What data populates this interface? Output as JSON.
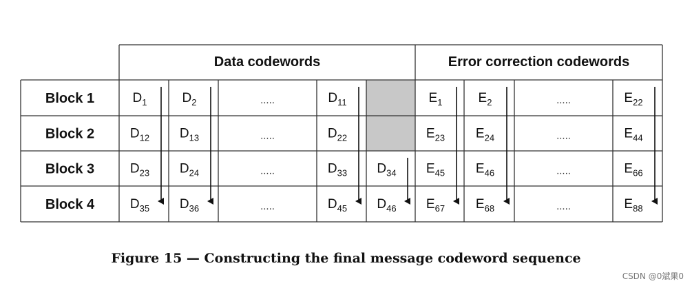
{
  "header": {
    "data_codewords": "Data codewords",
    "ec_codewords": "Error correction codewords"
  },
  "rows": [
    {
      "label": "Block 1",
      "data": [
        [
          "D",
          "1"
        ],
        [
          "D",
          "2"
        ],
        [
          "",
          ""
        ],
        [
          "D",
          "11"
        ],
        null
      ],
      "ec": [
        [
          "E",
          "1"
        ],
        [
          "E",
          "2"
        ],
        [
          "",
          ""
        ],
        [
          "E",
          "22"
        ]
      ]
    },
    {
      "label": "Block 2",
      "data": [
        [
          "D",
          "12"
        ],
        [
          "D",
          "13"
        ],
        [
          "",
          ""
        ],
        [
          "D",
          "22"
        ],
        null
      ],
      "ec": [
        [
          "E",
          "23"
        ],
        [
          "E",
          "24"
        ],
        [
          "",
          ""
        ],
        [
          "E",
          "44"
        ]
      ]
    },
    {
      "label": "Block 3",
      "data": [
        [
          "D",
          "23"
        ],
        [
          "D",
          "24"
        ],
        [
          "",
          ""
        ],
        [
          "D",
          "33"
        ],
        [
          "D",
          "34"
        ]
      ],
      "ec": [
        [
          "E",
          "45"
        ],
        [
          "E",
          "46"
        ],
        [
          "",
          ""
        ],
        [
          "E",
          "66"
        ]
      ]
    },
    {
      "label": "Block 4",
      "data": [
        [
          "D",
          "35"
        ],
        [
          "D",
          "36"
        ],
        [
          "",
          ""
        ],
        [
          "D",
          "45"
        ],
        [
          "D",
          "46"
        ]
      ],
      "ec": [
        [
          "E",
          "67"
        ],
        [
          "E",
          "68"
        ],
        [
          "",
          ""
        ],
        [
          "E",
          "88"
        ]
      ]
    }
  ],
  "ellipsis": ".....",
  "caption": "Figure 15 — Constructing the final message codeword sequence",
  "watermark": "CSDN @0斌果0",
  "colors": {
    "line": "#333333",
    "shade": "#c8c8c8"
  }
}
